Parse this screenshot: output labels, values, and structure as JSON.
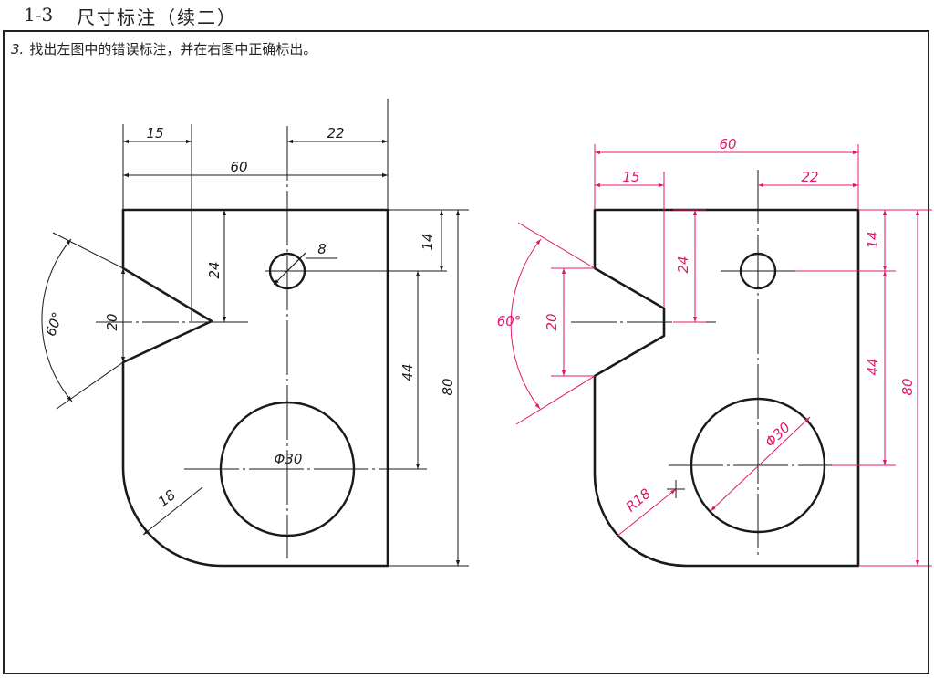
{
  "header": {
    "number": "1-3",
    "title": "尺寸标注（续二）"
  },
  "question": {
    "number": "3.",
    "text": "找出左图中的错误标注，并在右图中正确标出。"
  },
  "colors": {
    "outline": "#1a1a1a",
    "dimension_left": "#1a1a1a",
    "dimension_right": "#e0186c"
  },
  "left_drawing": {
    "dims": {
      "d15": "15",
      "d22": "22",
      "d60": "60",
      "d14": "14",
      "d24": "24",
      "d8": "8",
      "d20": "20",
      "d60deg": "60°",
      "d44": "44",
      "d80": "80",
      "dphi30": "Φ30",
      "d18": "18"
    }
  },
  "right_drawing": {
    "dims": {
      "d60": "60",
      "d15": "15",
      "d22": "22",
      "d14": "14",
      "d24": "24",
      "d60deg": "60°",
      "d20": "20",
      "d44": "44",
      "d80": "80",
      "dphi30": "Φ30",
      "dR18": "R18"
    }
  }
}
